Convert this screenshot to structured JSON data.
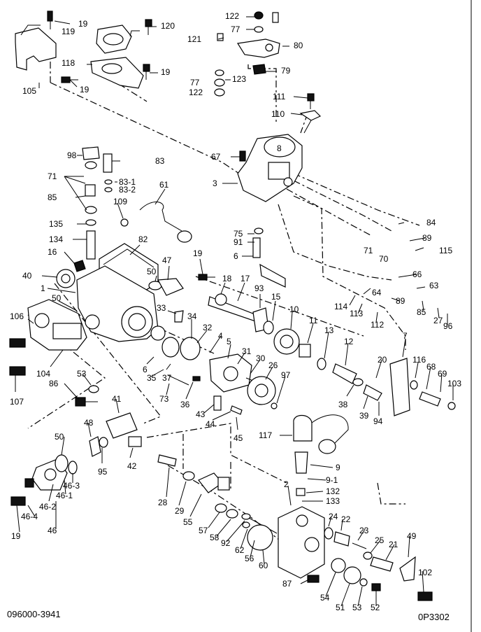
{
  "document": {
    "model_number": "096000-3941",
    "figure_code": "0P3302"
  },
  "callouts": [
    {
      "id": "c19a",
      "text": "19"
    },
    {
      "id": "c119",
      "text": "119"
    },
    {
      "id": "c120",
      "text": "120"
    },
    {
      "id": "c118",
      "text": "118"
    },
    {
      "id": "c19b",
      "text": "19"
    },
    {
      "id": "c19c",
      "text": "19"
    },
    {
      "id": "c105",
      "text": "105"
    },
    {
      "id": "c122a",
      "text": "122"
    },
    {
      "id": "c77a",
      "text": "77"
    },
    {
      "id": "c121",
      "text": "121"
    },
    {
      "id": "c80",
      "text": "80"
    },
    {
      "id": "c79",
      "text": "79"
    },
    {
      "id": "c77b",
      "text": "77"
    },
    {
      "id": "c123",
      "text": "123"
    },
    {
      "id": "c122b",
      "text": "122"
    },
    {
      "id": "c111",
      "text": "111"
    },
    {
      "id": "c110",
      "text": "110"
    },
    {
      "id": "c67",
      "text": "67"
    },
    {
      "id": "c8",
      "text": "8"
    },
    {
      "id": "c98",
      "text": "98"
    },
    {
      "id": "c83",
      "text": "83"
    },
    {
      "id": "c71a",
      "text": "71"
    },
    {
      "id": "c83_1",
      "text": "83-1"
    },
    {
      "id": "c83_2",
      "text": "83-2"
    },
    {
      "id": "c3",
      "text": "3"
    },
    {
      "id": "c85a",
      "text": "85"
    },
    {
      "id": "c61",
      "text": "61"
    },
    {
      "id": "c109",
      "text": "109"
    },
    {
      "id": "c135",
      "text": "135"
    },
    {
      "id": "c84",
      "text": "84"
    },
    {
      "id": "c89a",
      "text": "89"
    },
    {
      "id": "c75",
      "text": "75"
    },
    {
      "id": "c91",
      "text": "91"
    },
    {
      "id": "c71b",
      "text": "71"
    },
    {
      "id": "c70",
      "text": "70"
    },
    {
      "id": "c115",
      "text": "115"
    },
    {
      "id": "c134",
      "text": "134"
    },
    {
      "id": "c82",
      "text": "82"
    },
    {
      "id": "c6a",
      "text": "6"
    },
    {
      "id": "c16",
      "text": "16"
    },
    {
      "id": "c19d",
      "text": "19"
    },
    {
      "id": "c66",
      "text": "66"
    },
    {
      "id": "c40",
      "text": "40"
    },
    {
      "id": "c50a",
      "text": "50"
    },
    {
      "id": "c47",
      "text": "47"
    },
    {
      "id": "c18",
      "text": "18"
    },
    {
      "id": "c17",
      "text": "17"
    },
    {
      "id": "c64",
      "text": "64"
    },
    {
      "id": "c63",
      "text": "63"
    },
    {
      "id": "c1",
      "text": "1"
    },
    {
      "id": "c93",
      "text": "93"
    },
    {
      "id": "c89b",
      "text": "89"
    },
    {
      "id": "c50b",
      "text": "50"
    },
    {
      "id": "c33",
      "text": "33"
    },
    {
      "id": "c15",
      "text": "15"
    },
    {
      "id": "c114",
      "text": "114"
    },
    {
      "id": "c113",
      "text": "113"
    },
    {
      "id": "c112",
      "text": "112"
    },
    {
      "id": "c85b",
      "text": "85"
    },
    {
      "id": "c27",
      "text": "27"
    },
    {
      "id": "c96",
      "text": "96"
    },
    {
      "id": "c106",
      "text": "106"
    },
    {
      "id": "c34",
      "text": "34"
    },
    {
      "id": "c32",
      "text": "32"
    },
    {
      "id": "c10",
      "text": "10"
    },
    {
      "id": "c11",
      "text": "11"
    },
    {
      "id": "c13",
      "text": "13"
    },
    {
      "id": "c5",
      "text": "5"
    },
    {
      "id": "c4",
      "text": "4"
    },
    {
      "id": "c7",
      "text": "7"
    },
    {
      "id": "c12",
      "text": "12"
    },
    {
      "id": "c31",
      "text": "31"
    },
    {
      "id": "c30",
      "text": "30"
    },
    {
      "id": "c6b",
      "text": "6"
    },
    {
      "id": "c104",
      "text": "104"
    },
    {
      "id": "c35",
      "text": "35"
    },
    {
      "id": "c37",
      "text": "37"
    },
    {
      "id": "c26",
      "text": "26"
    },
    {
      "id": "c20",
      "text": "20"
    },
    {
      "id": "c116",
      "text": "116"
    },
    {
      "id": "c68",
      "text": "68"
    },
    {
      "id": "c69",
      "text": "69"
    },
    {
      "id": "c103",
      "text": "103"
    },
    {
      "id": "c53a",
      "text": "53"
    },
    {
      "id": "c97",
      "text": "97"
    },
    {
      "id": "c38",
      "text": "38"
    },
    {
      "id": "c107",
      "text": "107"
    },
    {
      "id": "c86",
      "text": "86"
    },
    {
      "id": "c73",
      "text": "73"
    },
    {
      "id": "c36",
      "text": "36"
    },
    {
      "id": "c39",
      "text": "39"
    },
    {
      "id": "c94",
      "text": "94"
    },
    {
      "id": "c41",
      "text": "41"
    },
    {
      "id": "c43",
      "text": "43"
    },
    {
      "id": "c44",
      "text": "44"
    },
    {
      "id": "c45",
      "text": "45"
    },
    {
      "id": "c48",
      "text": "48"
    },
    {
      "id": "c117",
      "text": "117"
    },
    {
      "id": "c50c",
      "text": "50"
    },
    {
      "id": "c95",
      "text": "95"
    },
    {
      "id": "c42",
      "text": "42"
    },
    {
      "id": "c9",
      "text": "9"
    },
    {
      "id": "c9_1",
      "text": "9-1"
    },
    {
      "id": "c46_3",
      "text": "46-3"
    },
    {
      "id": "c2",
      "text": "2"
    },
    {
      "id": "c132",
      "text": "132"
    },
    {
      "id": "c46_1",
      "text": "46-1"
    },
    {
      "id": "c28",
      "text": "28"
    },
    {
      "id": "c29",
      "text": "29"
    },
    {
      "id": "c133",
      "text": "133"
    },
    {
      "id": "c46_2",
      "text": "46-2"
    },
    {
      "id": "c55",
      "text": "55"
    },
    {
      "id": "c24",
      "text": "24"
    },
    {
      "id": "c22",
      "text": "22"
    },
    {
      "id": "c46_4",
      "text": "46-4"
    },
    {
      "id": "c57",
      "text": "57"
    },
    {
      "id": "c23",
      "text": "23"
    },
    {
      "id": "c19e",
      "text": "19"
    },
    {
      "id": "c46",
      "text": "46"
    },
    {
      "id": "c58",
      "text": "58"
    },
    {
      "id": "c92",
      "text": "92"
    },
    {
      "id": "c62a",
      "text": "62"
    },
    {
      "id": "c49",
      "text": "49"
    },
    {
      "id": "c25",
      "text": "25"
    },
    {
      "id": "c21",
      "text": "21"
    },
    {
      "id": "c56",
      "text": "56"
    },
    {
      "id": "c60",
      "text": "60"
    },
    {
      "id": "c102",
      "text": "102"
    },
    {
      "id": "c87",
      "text": "87"
    },
    {
      "id": "c54",
      "text": "54"
    },
    {
      "id": "c51",
      "text": "51"
    },
    {
      "id": "c53b",
      "text": "53"
    },
    {
      "id": "c52",
      "text": "52"
    }
  ]
}
